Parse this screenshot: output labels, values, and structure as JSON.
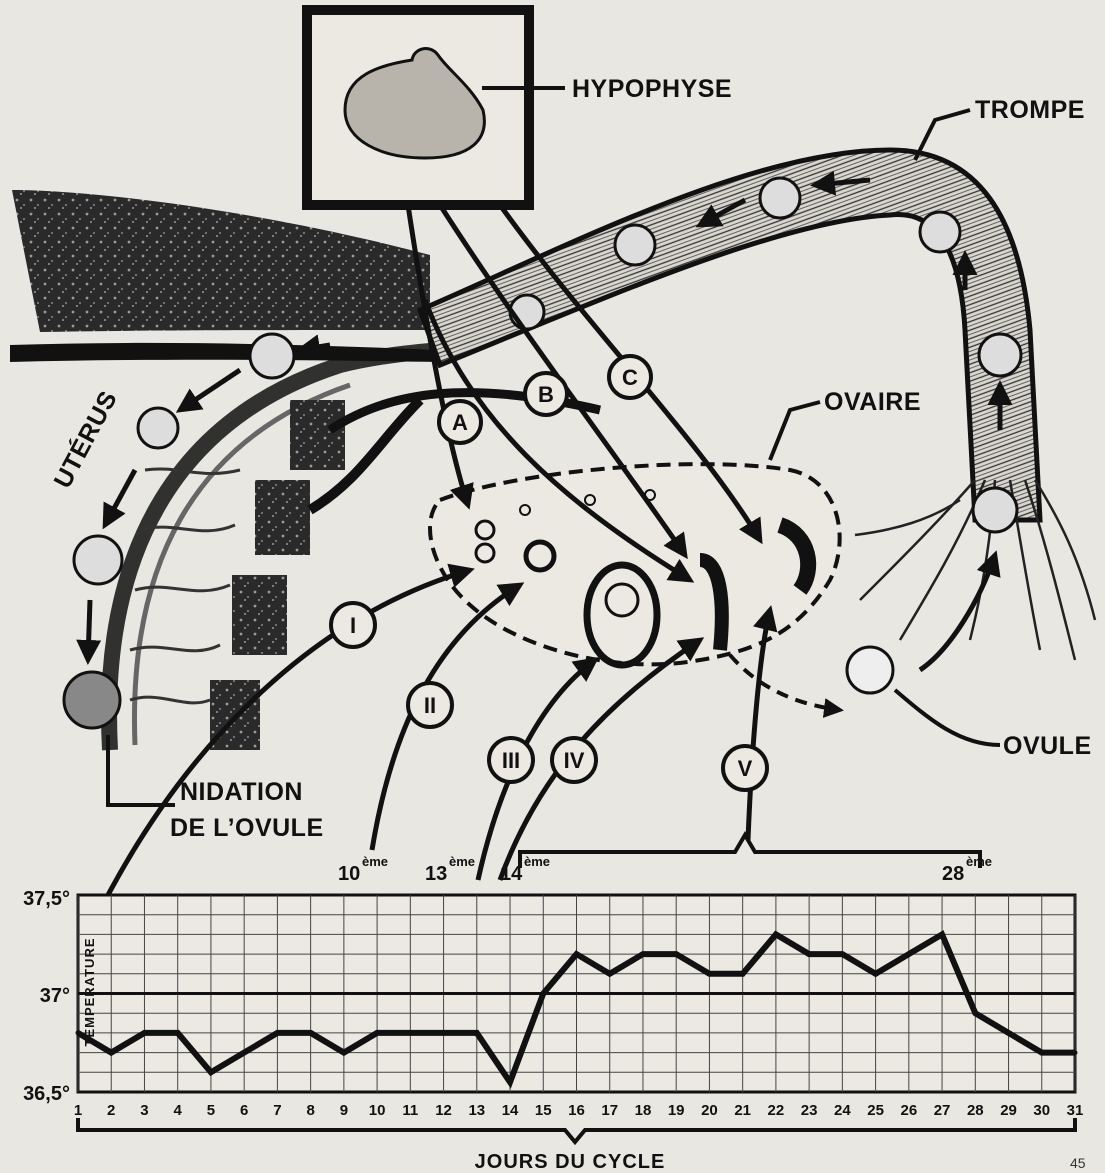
{
  "labels": {
    "hypophyse": "HYPOPHYSE",
    "trompe": "TROMPE",
    "ovaire": "OVAIRE",
    "uterus": "UTÉRUS",
    "ovule": "OVULE",
    "nidation_line1": "NIDATION",
    "nidation_line2": "DE L’OVULE",
    "page_number": "45"
  },
  "hormones": [
    "A",
    "B",
    "C"
  ],
  "phases": [
    "I",
    "II",
    "III",
    "IV",
    "V"
  ],
  "day_markers": [
    {
      "num": "10",
      "sup": "ème"
    },
    {
      "num": "13",
      "sup": "ème"
    },
    {
      "num": "14",
      "sup": "ème"
    },
    {
      "num": "28",
      "sup": "ème"
    }
  ],
  "chart_data": {
    "type": "line",
    "title": "",
    "xlabel": "JOURS DU CYCLE",
    "ylabel": "TEMPERATURE",
    "x": [
      1,
      2,
      3,
      4,
      5,
      6,
      7,
      8,
      9,
      10,
      11,
      12,
      13,
      14,
      15,
      16,
      17,
      18,
      19,
      20,
      21,
      22,
      23,
      24,
      25,
      26,
      27,
      28,
      29,
      30,
      31
    ],
    "y_tick_labels": [
      "37,5°",
      "37°",
      "36,5°"
    ],
    "ylim": [
      36.5,
      37.5
    ],
    "series": [
      {
        "values": [
          36.8,
          36.7,
          36.8,
          36.8,
          36.6,
          36.7,
          36.8,
          36.8,
          36.7,
          36.8,
          36.8,
          36.8,
          36.8,
          36.55,
          37.0,
          37.2,
          37.1,
          37.2,
          37.2,
          37.1,
          37.1,
          37.3,
          37.2,
          37.2,
          37.1,
          37.2,
          37.3,
          36.9,
          36.8,
          36.7,
          36.7
        ]
      }
    ],
    "reference_line": 37.0,
    "grid": true
  }
}
